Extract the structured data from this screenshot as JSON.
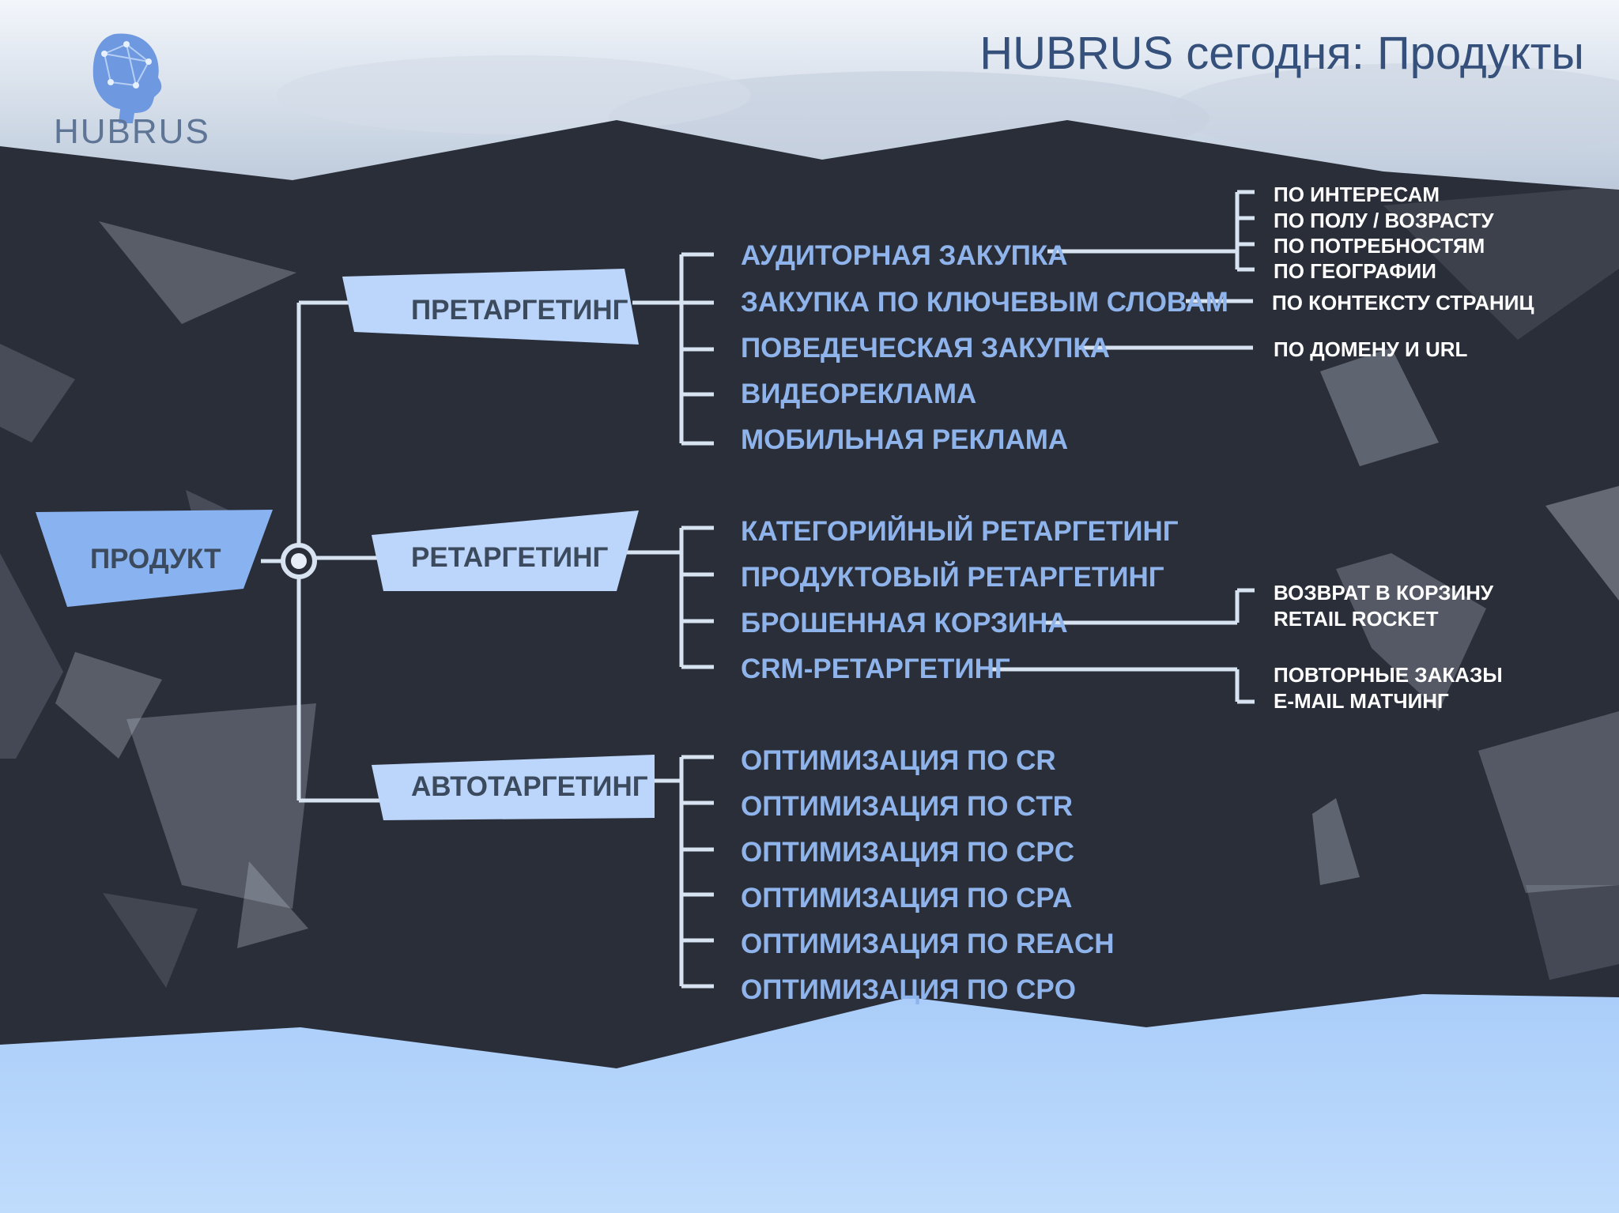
{
  "header": {
    "title": "HUBRUS сегодня: Продукты",
    "logo_text": "HUBRUS"
  },
  "diagram": {
    "root": "ПРОДУКТ",
    "branches": [
      {
        "label": "ПРЕТАРГЕТИНГ",
        "items": [
          {
            "label": "АУДИТОРНАЯ ЗАКУПКА",
            "details": [
              "ПО ИНТЕРЕСАМ",
              "ПО ПОЛУ / ВОЗРАСТУ",
              "ПО ПОТРЕБНОСТЯМ",
              "ПО ГЕОГРАФИИ"
            ]
          },
          {
            "label": "ЗАКУПКА ПО КЛЮЧЕВЫМ СЛОВАМ",
            "details": [
              "ПО КОНТЕКСТУ СТРАНИЦ"
            ]
          },
          {
            "label": "ПОВЕДЕЧЕСКАЯ ЗАКУПКА",
            "details": [
              "ПО ДОМЕНУ И URL"
            ]
          },
          {
            "label": "ВИДЕОРЕКЛАМА",
            "details": []
          },
          {
            "label": "МОБИЛЬНАЯ РЕКЛАМА",
            "details": []
          }
        ]
      },
      {
        "label": "РЕТАРГЕТИНГ",
        "items": [
          {
            "label": "КАТЕГОРИЙНЫЙ РЕТАРГЕТИНГ",
            "details": []
          },
          {
            "label": "ПРОДУКТОВЫЙ РЕТАРГЕТИНГ",
            "details": []
          },
          {
            "label": "БРОШЕННАЯ КОРЗИНА",
            "details": [
              "ВОЗВРАТ В КОРЗИНУ",
              "RETAIL ROCKET"
            ]
          },
          {
            "label": "CRM-РЕТАРГЕТИНГ",
            "details": [
              "ПОВТОРНЫЕ ЗАКАЗЫ",
              "E-MAIL МАТЧИНГ"
            ]
          }
        ]
      },
      {
        "label": "АВТОТАРГЕТИНГ",
        "items": [
          {
            "label": "ОПТИМИЗАЦИЯ ПО CR",
            "details": []
          },
          {
            "label": "ОПТИМИЗАЦИЯ ПО CTR",
            "details": []
          },
          {
            "label": "ОПТИМИЗАЦИЯ ПО CPC",
            "details": []
          },
          {
            "label": "ОПТИМИЗАЦИЯ ПО CPA",
            "details": []
          },
          {
            "label": "ОПТИМИЗАЦИЯ ПО REACH",
            "details": []
          },
          {
            "label": "ОПТИМИЗАЦИЯ ПО CPO",
            "details": []
          }
        ]
      }
    ]
  },
  "colors": {
    "band": "#2a2e39",
    "box": "#bcd5fb",
    "root_box": "#88b2f0",
    "item_text": "#8fb4ec",
    "detail_text": "#ffffff",
    "line": "#d8e3f2",
    "title": "#35507a"
  }
}
